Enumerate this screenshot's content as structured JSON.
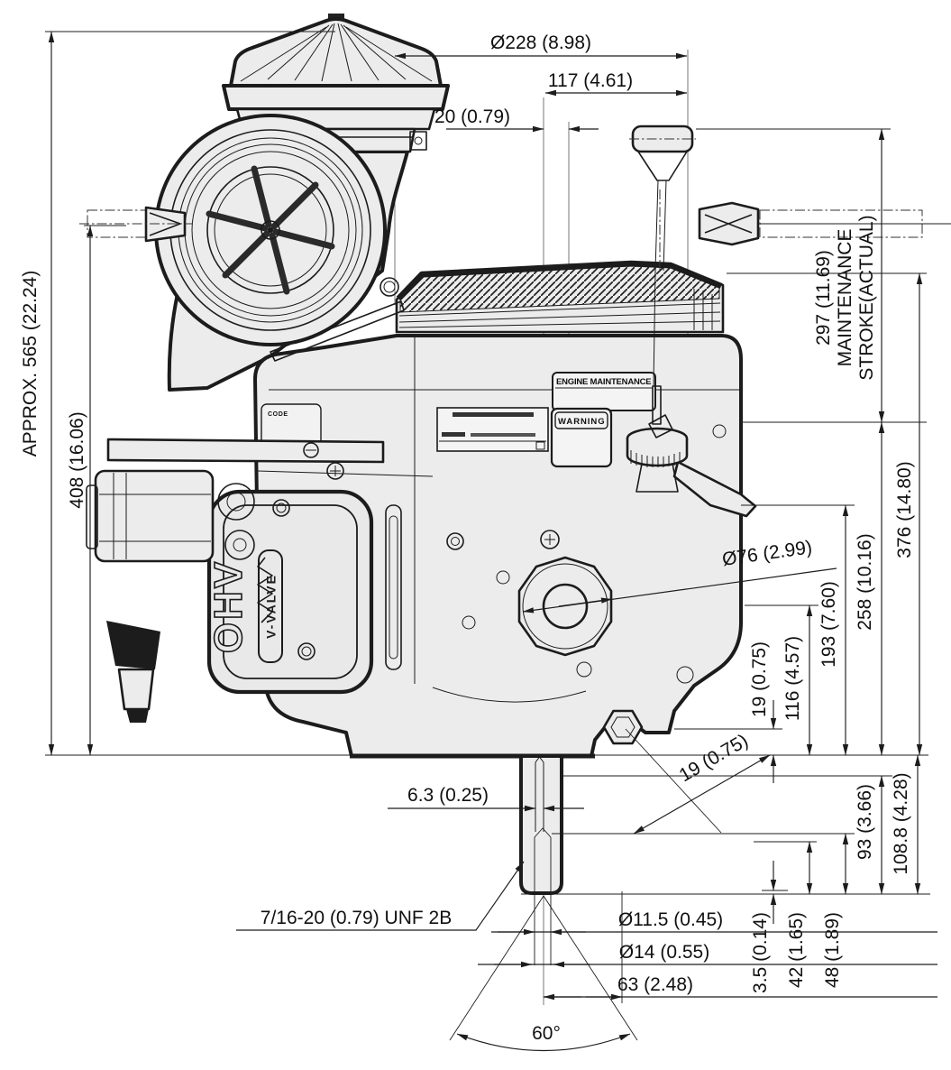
{
  "drawing": {
    "type": "engine-outline-dimension-diagram",
    "units_note": "mm (in)",
    "colors": {
      "line": "#1c1c1c",
      "body_fill": "#ececec",
      "background": "#ffffff"
    },
    "dims": {
      "overall_height": "APPROX.  565 (22.24)",
      "h408": "408 (16.06)",
      "d228": "Ø228 (8.98)",
      "w117": "117 (4.61)",
      "w20": "20 (0.79)",
      "stroke297": "297 (11.69)",
      "stroke_line2": "MAINTENANCE",
      "stroke_line3": "STROKE(ACTUAL)",
      "h376": "376 (14.80)",
      "h258": "258 (10.16)",
      "h193": "193 (7.60)",
      "h116": "116 (4.57)",
      "h19_right": "19 (0.75)",
      "h19_diag": "19 (0.75)",
      "d76": "Ø76 (2.99)",
      "keyway": "6.3 (0.25)",
      "h93": "93 (3.66)",
      "h108_8": "108.8 (4.28)",
      "thread": "7/16-20 (0.79) UNF 2B",
      "d11_5": "Ø11.5 (0.45)",
      "d14": "Ø14 (0.55)",
      "w63": "63 (2.48)",
      "h3_5": "3.5 (0.14)",
      "h42": "42 (1.65)",
      "h48": "48 (1.89)",
      "angle60": "60°"
    },
    "engine_labels": {
      "engine_maintenance": "ENGINE  MAINTENANCE",
      "warning": "WARNING",
      "code": "CODE",
      "ohv": "OHV",
      "v_valve": "V-VALVE"
    }
  }
}
